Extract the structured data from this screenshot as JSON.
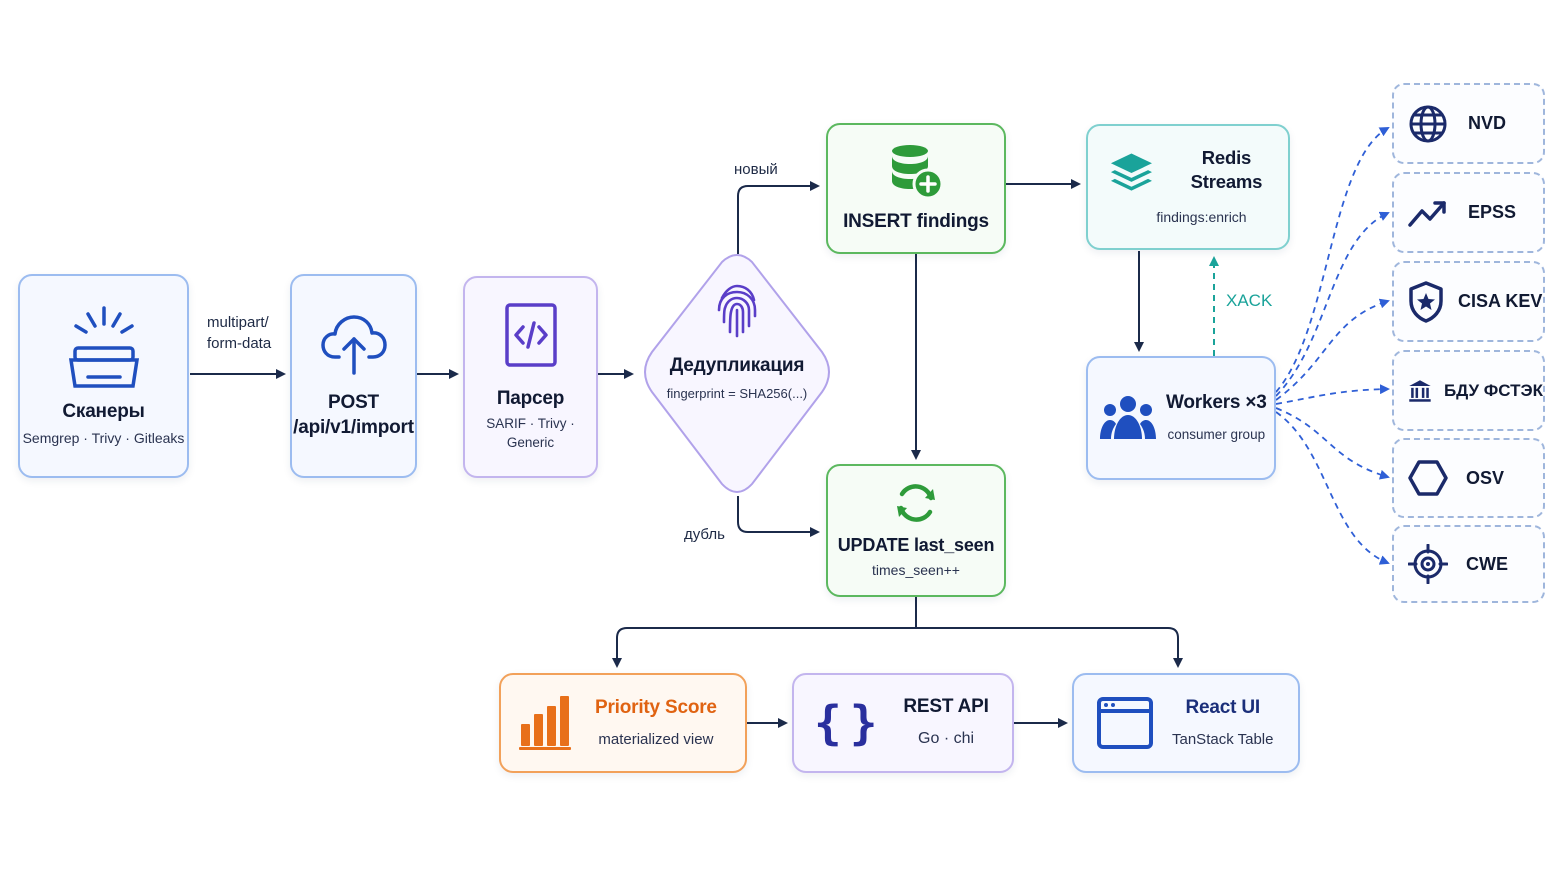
{
  "nodes": {
    "scanners": {
      "title": "Сканеры",
      "subtitle": "Semgrep · Trivy · Gitleaks"
    },
    "post": {
      "title": "POST",
      "subtitle": "/api/v1/import"
    },
    "parser": {
      "title": "Парсер",
      "subtitle": "SARIF · Trivy · Generic"
    },
    "dedup": {
      "title": "Дедупликация",
      "subtitle": "fingerprint = SHA256(...)"
    },
    "insert": {
      "title": "INSERT findings"
    },
    "update": {
      "title": "UPDATE last_seen",
      "subtitle": "times_seen++"
    },
    "redis": {
      "title": "Redis Streams",
      "subtitle": "findings:enrich"
    },
    "workers": {
      "title": "Workers ×3",
      "subtitle": "consumer group"
    },
    "priority": {
      "title": "Priority Score",
      "subtitle": "materialized view"
    },
    "rest": {
      "title": "REST API",
      "subtitle": "Go · chi"
    },
    "react": {
      "title": "React UI",
      "subtitle": "TanStack Table"
    }
  },
  "edge_labels": {
    "multipart_line1": "multipart/",
    "multipart_line2": "form-data",
    "new": "новый",
    "dup": "дубль",
    "xack": "XACK"
  },
  "sources": [
    {
      "label": "NVD",
      "icon": "globe-icon"
    },
    {
      "label": "EPSS",
      "icon": "trend-up-icon"
    },
    {
      "label": "CISA KEV",
      "icon": "shield-star-icon"
    },
    {
      "label": "БДУ ФСТЭК",
      "icon": "bank-icon"
    },
    {
      "label": "OSV",
      "icon": "hexagon-icon"
    },
    {
      "label": "CWE",
      "icon": "target-icon"
    }
  ],
  "colors": {
    "navy": "#1b2a4a",
    "blue_icon": "#1f4fbf",
    "purple_icon": "#5a3ec8",
    "green_icon": "#2e9b3a",
    "teal_icon": "#1aa39a",
    "orange_icon": "#e8701a",
    "dashed_arrow": "#2f5fd6"
  }
}
